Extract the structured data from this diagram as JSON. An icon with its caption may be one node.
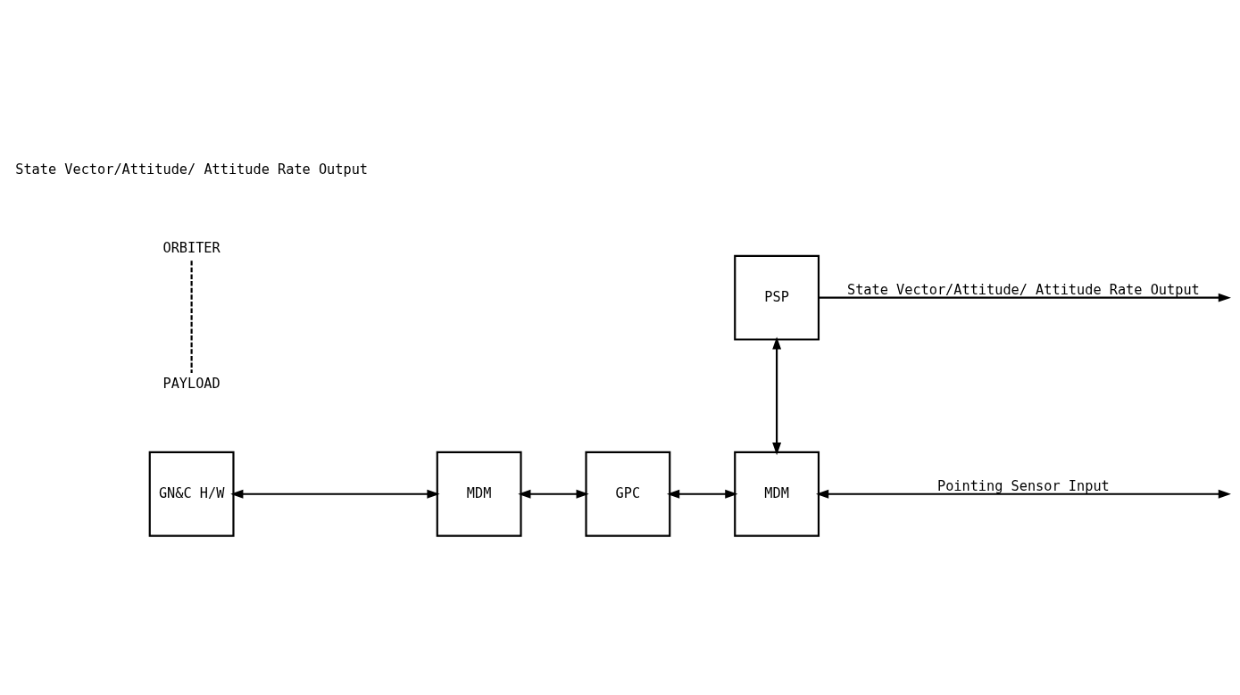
{
  "diagram": {
    "nodes": [
      {
        "text": [
          "MDM"
        ]
      },
      {
        "text": [
          "PSP"
        ]
      },
      {
        "text": [
          "GN&C H/W"
        ]
      },
      {
        "text": [
          "GPC"
        ]
      },
      {
        "text": [
          "MDM"
        ]
      }
    ],
    "edges": [
      {
        "from": 2,
        "to": 0,
        "arrow": "both"
      },
      {
        "from": 0,
        "to": 3,
        "arrow": "both"
      },
      {
        "from": 3,
        "to": 4,
        "arrow": "both"
      },
      {
        "from": 1,
        "to": 4,
        "arrow": "both"
      },
      {
        "from": 1,
        "to": null,
        "arrow": "to",
        "label": "State Vector/Attitude/ Attitude Rate Output"
      },
      {
        "from": 4,
        "to": null,
        "arrow": "both",
        "label": "Pointing Sensor Input"
      }
    ],
    "labels": [
      "ORBITER",
      "PAYLOAD",
      "State Vector/Attitude/ Attitude Rate Output"
    ]
  }
}
